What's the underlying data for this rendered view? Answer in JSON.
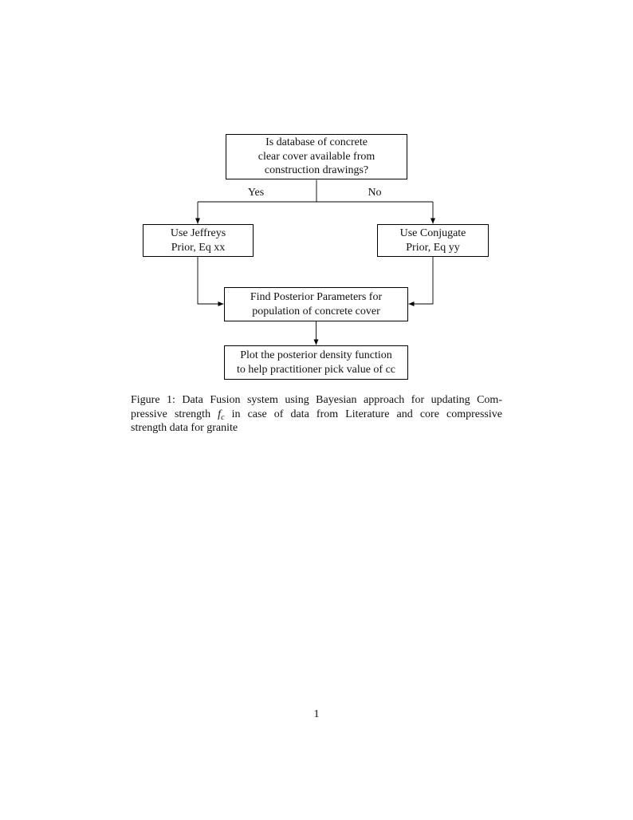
{
  "page": {
    "number": "1"
  },
  "flowchart": {
    "top_box": {
      "lines": [
        "Is database of concrete",
        "clear cover available from",
        "construction drawings?"
      ]
    },
    "yes_label": "Yes",
    "no_label": "No",
    "left_box": {
      "lines": [
        "Use Jeffreys",
        "Prior, Eq xx"
      ]
    },
    "right_box": {
      "lines": [
        "Use Conjugate",
        "Prior, Eq yy"
      ]
    },
    "mid_box": {
      "lines": [
        "Find Posterior Parameters for",
        "population of concrete cover"
      ]
    },
    "bottom_box": {
      "lines": [
        "Plot the posterior density function",
        "to help practitioner pick value of cc"
      ]
    }
  },
  "caption": {
    "line1": "Figure 1: Data Fusion system using Bayesian approach for updating Com-",
    "line2_pre": "pressive strength ",
    "formula_var": "f",
    "formula_sub": "c",
    "line2_post": " in case of data from Literature and core compressive",
    "line3": "strength data for granite"
  },
  "colors": {
    "line": "#000000",
    "text": "#111111",
    "background": "#ffffff"
  }
}
